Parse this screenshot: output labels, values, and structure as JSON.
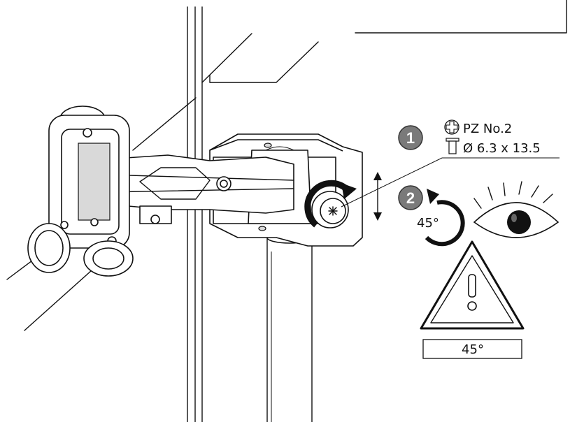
{
  "steps": [
    {
      "number": "1",
      "color": "#7a7a7a"
    },
    {
      "number": "2",
      "color": "#7a7a7a"
    }
  ],
  "tool": {
    "bit": "PZ No.2",
    "screw": "Ø 6.3 x 13.5"
  },
  "rotation": {
    "angle_label": "45°"
  },
  "warning": {
    "box_label": "45°"
  }
}
